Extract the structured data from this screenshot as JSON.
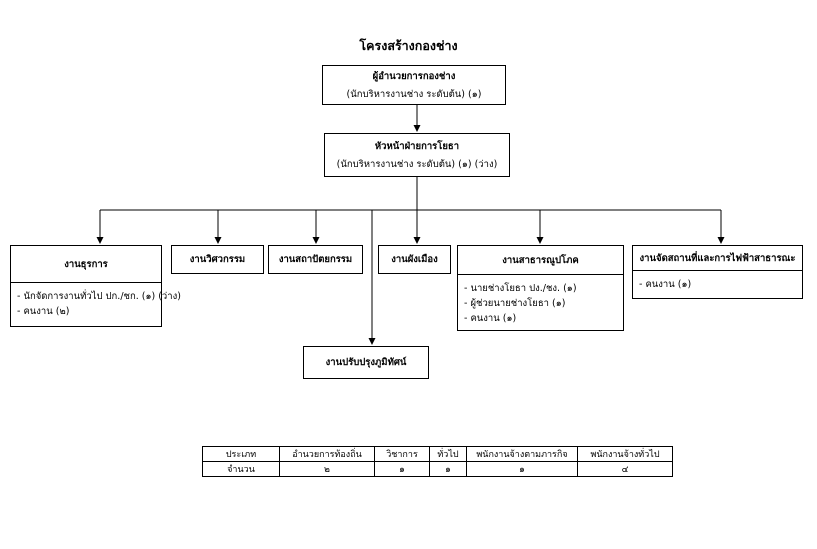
{
  "title": "โครงสร้างกองช่าง",
  "director": {
    "title": "ผู้อำนวยการกองช่าง",
    "subtitle": "(นักบริหารงานช่าง ระดับต้น) (๑)"
  },
  "head": {
    "title": "หัวหน้าฝ่ายการโยธา",
    "subtitle": "(นักบริหารงานช่าง ระดับต้น) (๑) (ว่าง)"
  },
  "units": {
    "admin": {
      "title": "งานธุรการ",
      "items": [
        "- นักจัดการงานทั่วไป ปก./ชก. (๑) (ว่าง)",
        "- คนงาน (๒)"
      ]
    },
    "engineering": {
      "title": "งานวิศวกรรม"
    },
    "architecture": {
      "title": "งานสถาปัตยกรรม"
    },
    "planning": {
      "title": "งานผังเมือง"
    },
    "utilities": {
      "title": "งานสาธารณูปโภค",
      "items": [
        "- นายช่างโยธา ปง./ชง. (๑)",
        "- ผู้ช่วยนายช่างโยธา (๑)",
        "- คนงาน (๑)"
      ]
    },
    "lighting": {
      "title": "งานจัดสถานที่และการไฟฟ้าสาธารณะ",
      "items": [
        "- คนงาน (๑)"
      ]
    },
    "landscape": {
      "title": "งานปรับปรุงภูมิทัศน์"
    }
  },
  "staff_table": {
    "headers": [
      "ประเภท",
      "อำนวยการท้องถิ่น",
      "วิชาการ",
      "ทั่วไป",
      "พนักงานจ้างตามภารกิจ",
      "พนักงานจ้างทั่วไป"
    ],
    "row": [
      "จำนวน",
      "๒",
      "๑",
      "๑",
      "๑",
      "๔"
    ]
  }
}
